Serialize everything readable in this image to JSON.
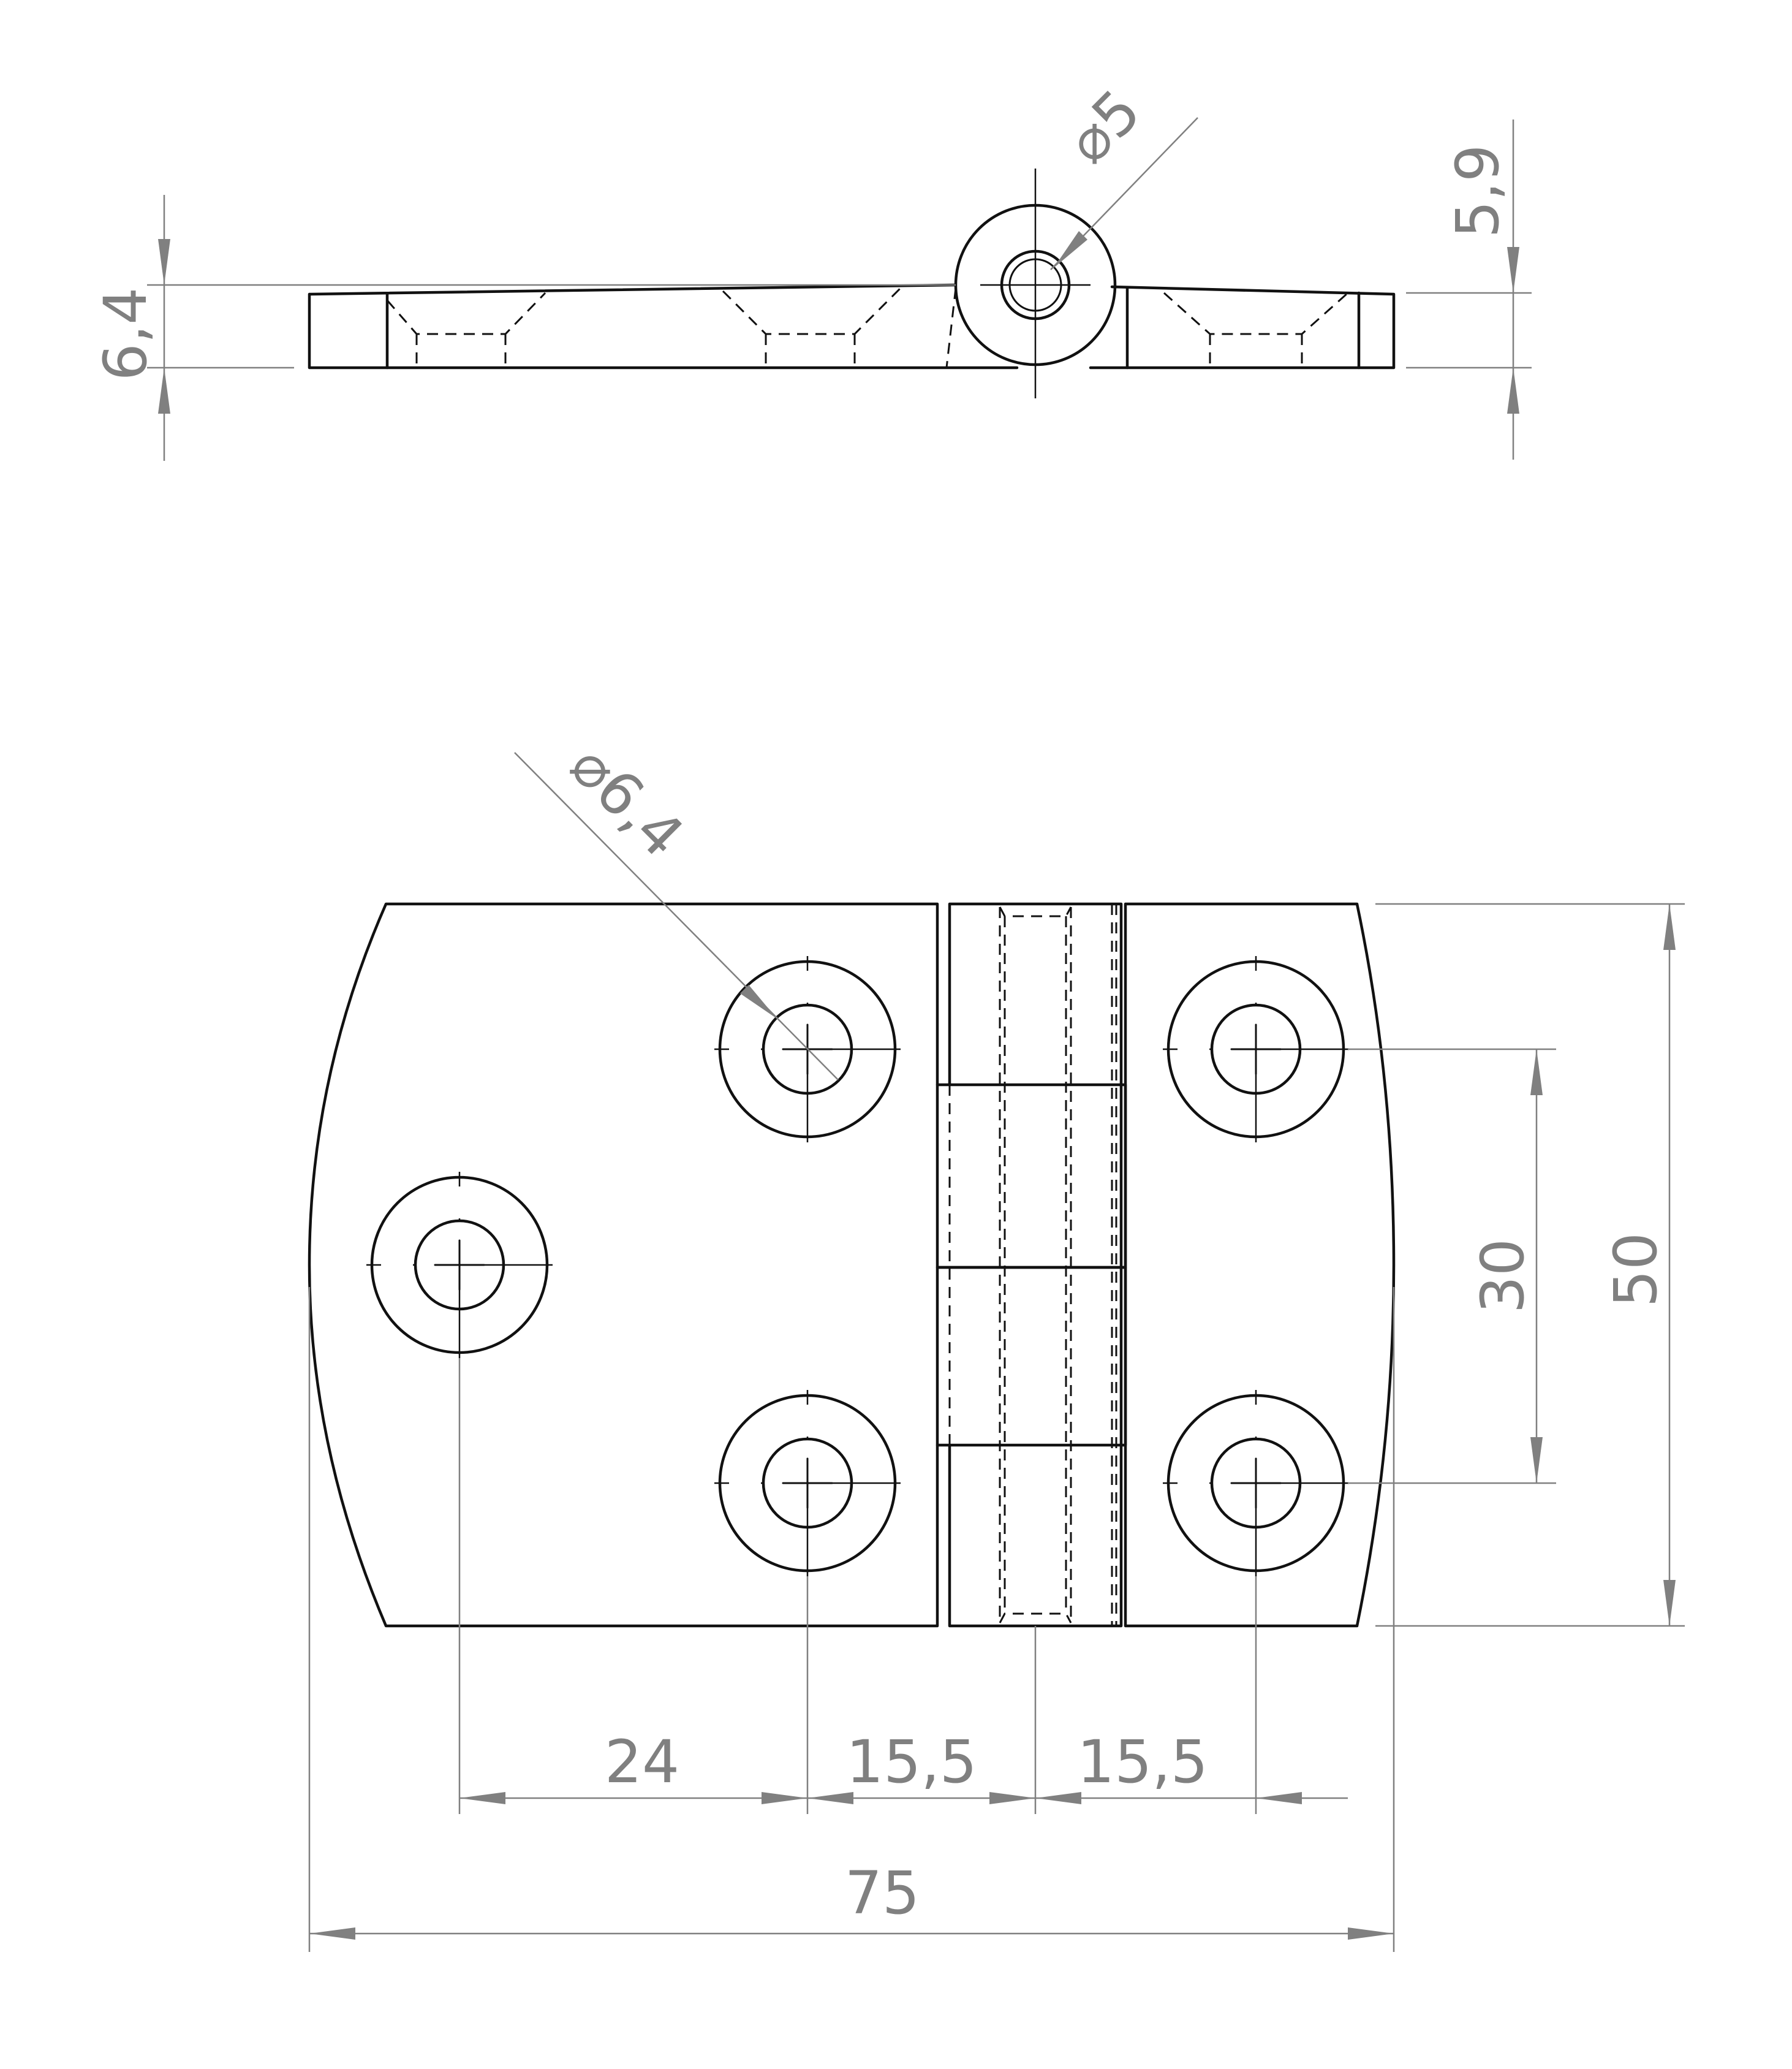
{
  "colors": {
    "part_line": "#111111",
    "dimension": "#808080",
    "background": "#ffffff"
  },
  "views": {
    "top": "side-elevation",
    "bottom": "plan-view"
  },
  "dimensions": {
    "side_thickness": "6,4",
    "pin_diameter": "⌀5",
    "leaf_thickness": "5,9",
    "hole_diameter": "⌀6,4",
    "hole_spacing_vertical": "30",
    "overall_height": "50",
    "offset_24": "24",
    "offset_15_5_left": "15,5",
    "offset_15_5_right": "15,5",
    "overall_width": "75"
  }
}
